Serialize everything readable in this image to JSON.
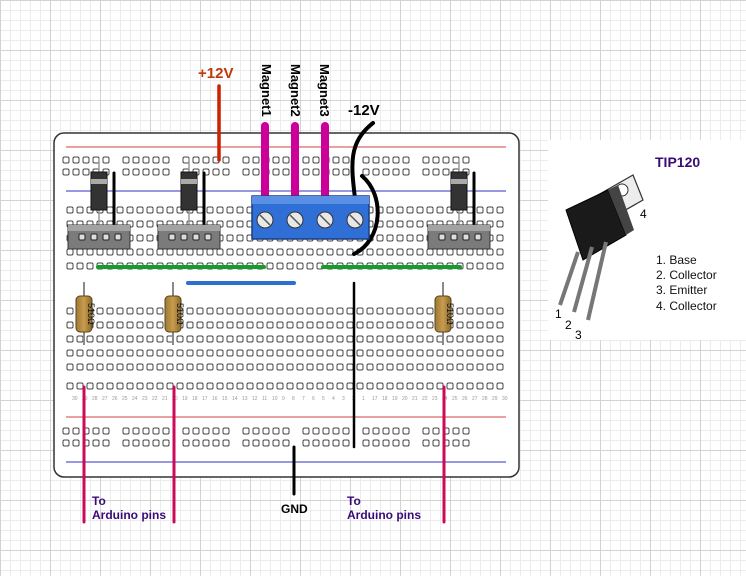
{
  "labels": {
    "plus12v": "+12V",
    "minus12v": "-12V",
    "magnet1": "Magnet1",
    "magnet2": "Magnet2",
    "magnet3": "Magnet3",
    "gnd": "GND",
    "arduino_left": [
      "To",
      "Arduino pins"
    ],
    "arduino_right": [
      "To",
      "Arduino pins"
    ]
  },
  "tip120": {
    "title": "TIP120",
    "pins": [
      "1. Base",
      "2. Collector",
      "3. Emitter",
      "4. Collector"
    ],
    "pin_numbers": [
      "1",
      "2",
      "3",
      "4"
    ]
  },
  "resistors": [
    {
      "value": "510Ω"
    },
    {
      "value": "510Ω"
    },
    {
      "value": "510Ω"
    }
  ],
  "colors": {
    "magenta_wire": "#cc0099",
    "red_wire": "#cc2200",
    "black_wire": "#000000",
    "green_jumper": "#149c2c",
    "blue_jumper": "#2d6fd0",
    "arduino_wire": "#cc0a5a",
    "terminal_block": "#2f6fd6"
  }
}
